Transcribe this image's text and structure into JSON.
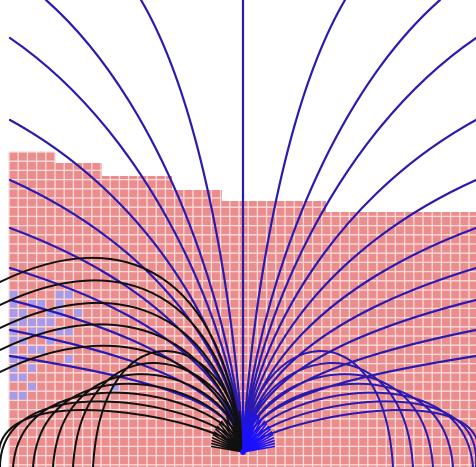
{
  "figure": {
    "colors": {
      "background": "#ffffff",
      "grid_cell": "#ec8d8d",
      "grid_line": "#f8dcdc",
      "highlight_cell": "#a89ce8",
      "field_line_blue": "#2a1ab0",
      "field_line_black": "#101010",
      "source_fan": "#1a10ff"
    },
    "description_layers": [
      "cell-grid",
      "highlighted-cells",
      "field-lines",
      "source-point"
    ]
  }
}
